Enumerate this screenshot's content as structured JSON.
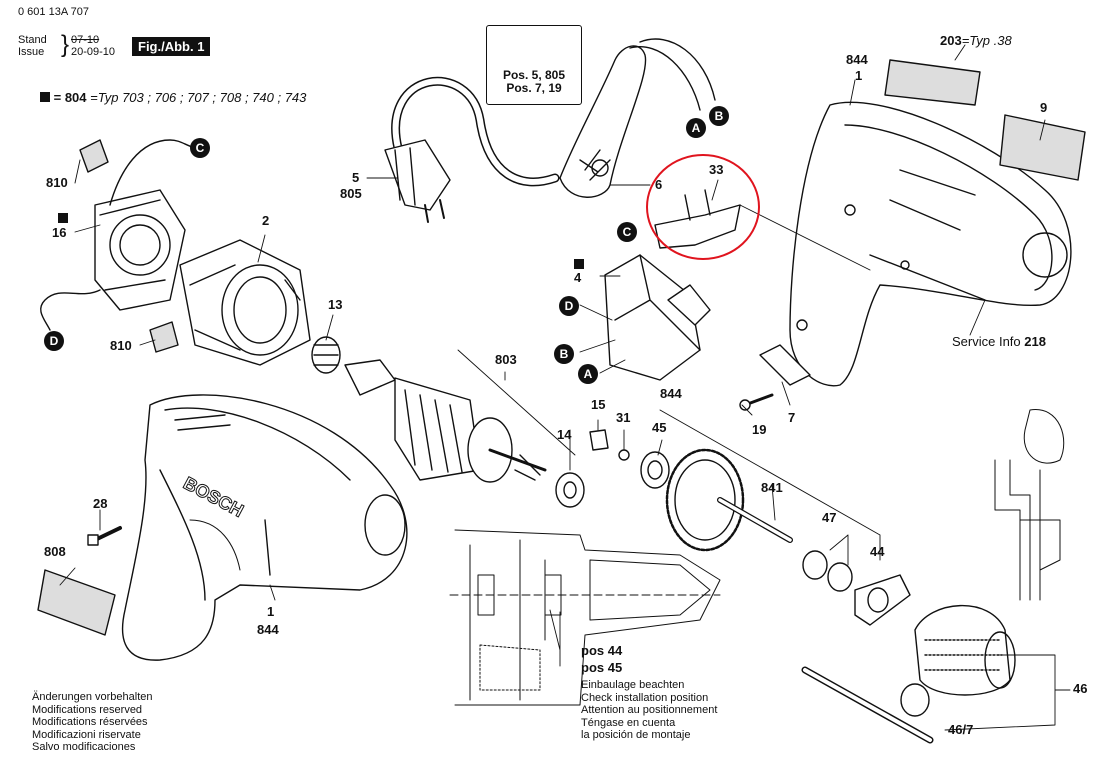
{
  "header": {
    "doc_number": "0 601 13A 707",
    "stand_label": "Stand",
    "stand_date": "07-10",
    "issue_label": "Issue",
    "issue_date": "20-09-10",
    "figure": "Fig./Abb. 1"
  },
  "type_note": {
    "prefix": "= 804",
    "types": "=Typ 703 ; 706 ; 707 ; 708 ; 740 ; 743"
  },
  "warning_box": {
    "line1": "Pos. 5, 805",
    "line2": "Pos. 7, 19"
  },
  "connector_letters": {
    "a": "A",
    "b": "B",
    "c": "C",
    "d": "D"
  },
  "labels": {
    "p810a": "810",
    "p16": "16",
    "p810b": "810",
    "p2": "2",
    "p13": "13",
    "p5": "5",
    "p805": "805",
    "p6": "6",
    "p33": "33",
    "p4": "4",
    "p844a": "844",
    "p1a": "1",
    "p203": "203",
    "p203typ": "=Typ .38",
    "p9": "9",
    "p803": "803",
    "p14": "14",
    "p15": "15",
    "p31": "31",
    "p844b": "844",
    "p45": "45",
    "p19": "19",
    "p7": "7",
    "p841": "841",
    "p47": "47",
    "p44": "44",
    "p28": "28",
    "p808": "808",
    "p1b": "1",
    "p844c": "844",
    "p46": "46",
    "p467": "46/7"
  },
  "service_info": {
    "text": "Service Info",
    "number": "218"
  },
  "inset": {
    "pos44": "pos 44",
    "pos45": "pos 45"
  },
  "install_note": [
    "Einbaulage beachten",
    "Check installation position",
    "Attention au positionnement",
    "Téngase en cuenta",
    "la posición de montaje"
  ],
  "footer_note": [
    "Änderungen vorbehalten",
    "Modifications reserved",
    "Modifications réservées",
    "Modificazioni riservate",
    "Salvo modificaciones"
  ],
  "brand_mark": "BOSCH",
  "colors": {
    "ink": "#111111",
    "highlight": "#e0141e",
    "light_fill": "#e6e6e6"
  }
}
